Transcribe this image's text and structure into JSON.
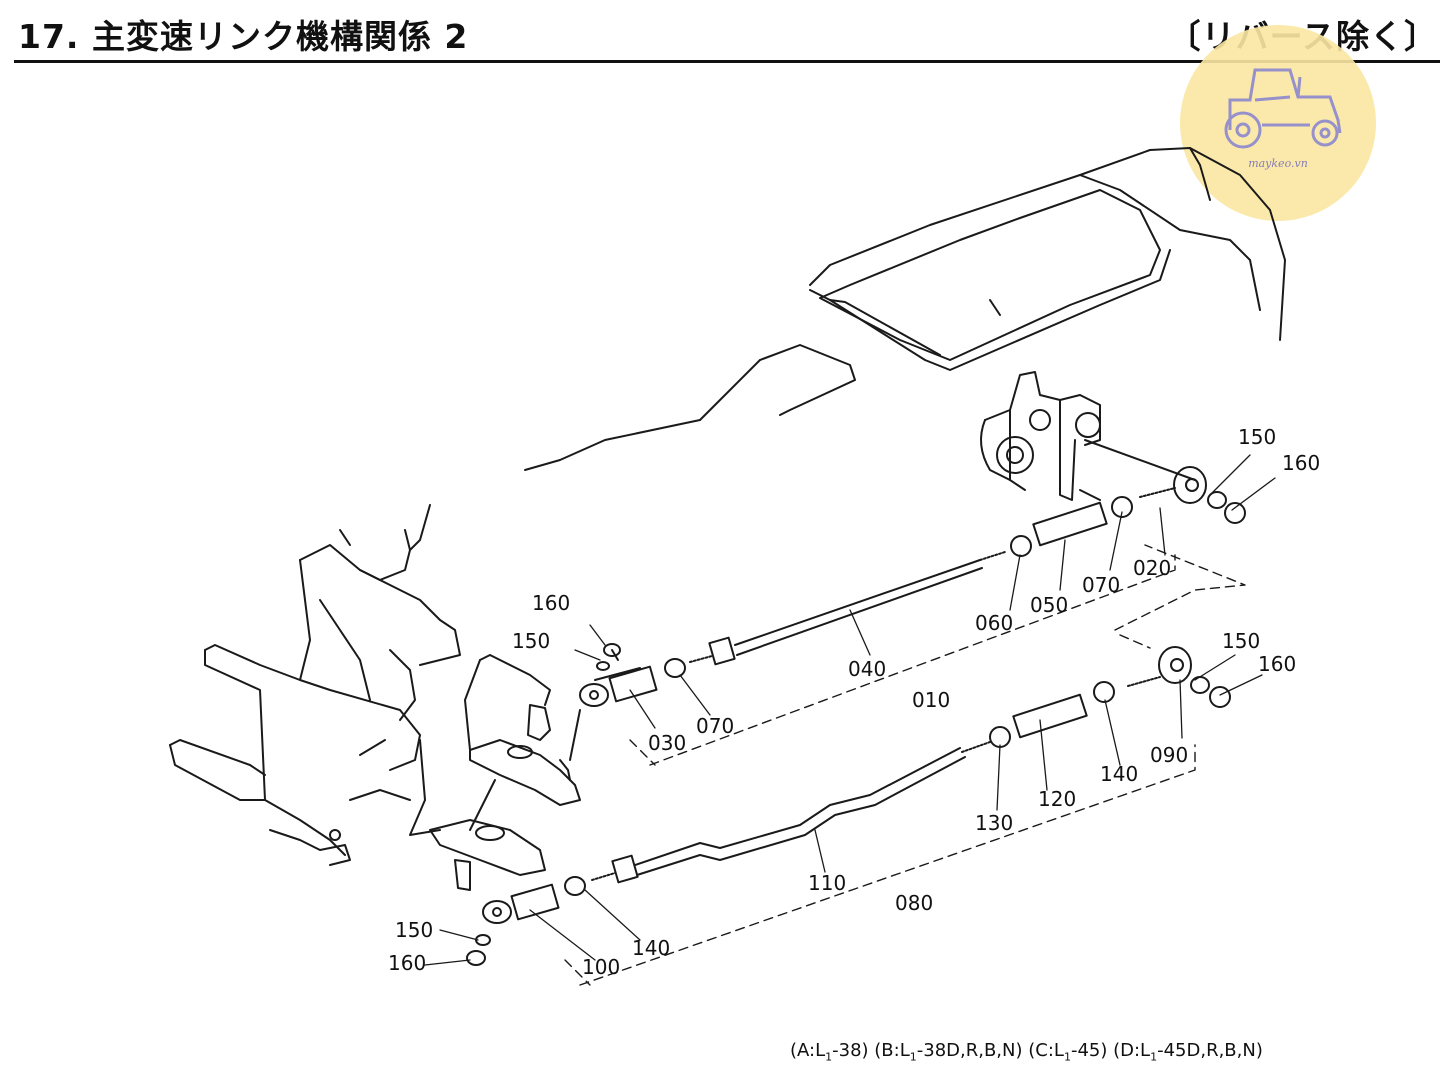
{
  "header": {
    "title": "17. 主変速リンク機構関係 2",
    "subtitle": "〔リバース除く〕"
  },
  "watermark": {
    "site": "maykeo.vn",
    "icon": "tractor-icon",
    "color": "#fbe7a3"
  },
  "callouts": {
    "c010": "010",
    "c020": "020",
    "c030": "030",
    "c040": "040",
    "c050": "050",
    "c060": "060",
    "c070a": "070",
    "c070b": "070",
    "c080": "080",
    "c090": "090",
    "c100": "100",
    "c110": "110",
    "c120": "120",
    "c130": "130",
    "c140a": "140",
    "c140b": "140",
    "c150a": "150",
    "c150b": "150",
    "c150c": "150",
    "c150d": "150",
    "c160a": "160",
    "c160b": "160",
    "c160c": "160",
    "c160d": "160"
  },
  "footnote": {
    "a": "(A:L",
    "a_sub": "1",
    "a_rest": "-38)",
    "b": "(B:L",
    "b_sub": "1",
    "b_rest": "-38D,R,B,N)",
    "c": "(C:L",
    "c_sub": "1",
    "c_rest": "-45)",
    "d": "(D:L",
    "d_sub": "1",
    "d_rest": "-45D,R,B,N)"
  }
}
